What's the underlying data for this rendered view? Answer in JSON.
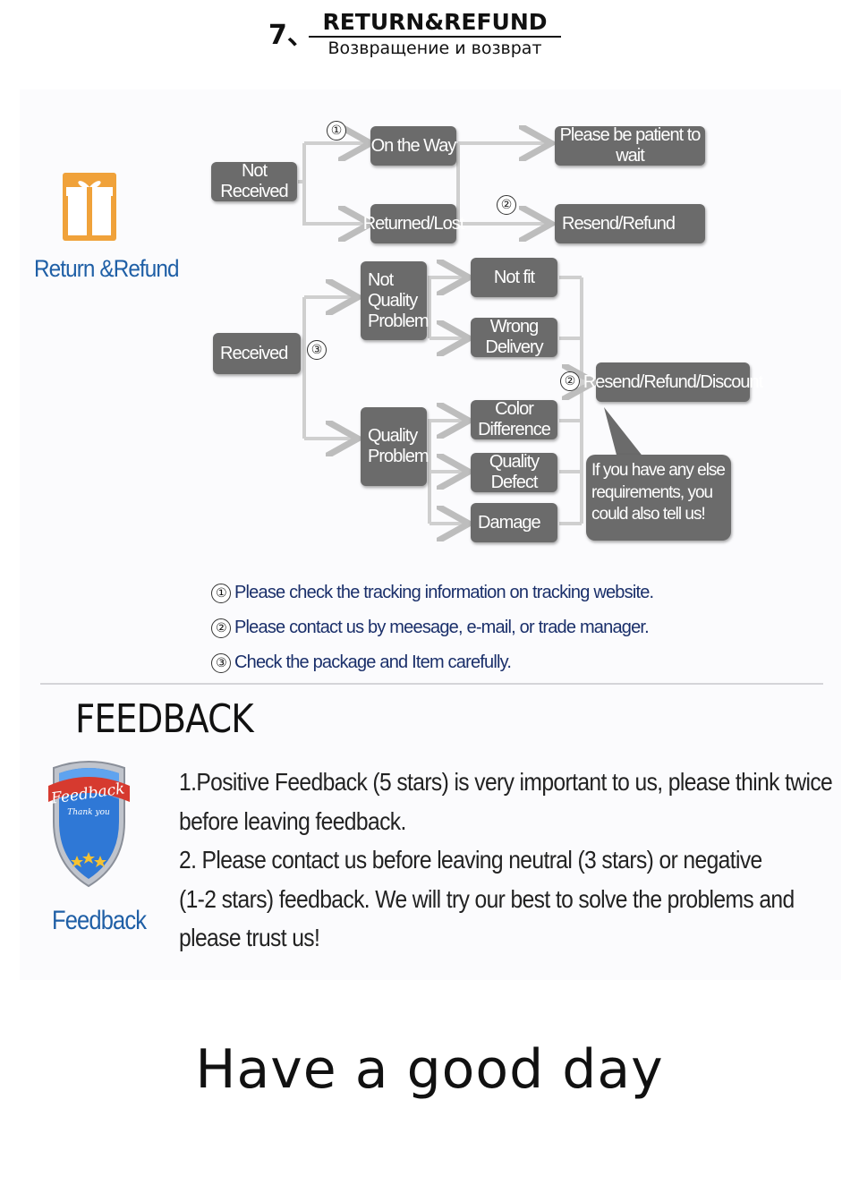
{
  "header": {
    "number": "7、",
    "title": "RETURN&REFUND",
    "subtitle": "Возвращение и возврат"
  },
  "return_refund": {
    "label": "Return &Refund",
    "icon": "gift-box-icon"
  },
  "flow": {
    "markers": {
      "one": "①",
      "two": "②",
      "three": "③"
    },
    "not_received": "Not Received",
    "on_the_way": "On the Way",
    "returned_lost": "Returned/Lost",
    "please_wait": "Please be patient to wait",
    "resend_refund": "Resend/Refund",
    "received": "Received",
    "not_quality": "Not\nQuality\nProblem",
    "quality": "Quality\nProblem",
    "not_fit": "Not fit",
    "wrong_delivery": "Wrong Delivery",
    "color_difference": "Color Difference",
    "quality_defect": "Quality Defect",
    "damage": "Damage",
    "resend_refund_discount": "Resend/Refund/Discount",
    "bubble": "If you have any else requirements, you could also tell us!",
    "node_color": "#6b6b6b"
  },
  "notes": [
    {
      "marker": "①",
      "text": "Please check the tracking information on tracking website."
    },
    {
      "marker": "②",
      "text": "Please contact us by meesage, e-mail, or trade manager."
    },
    {
      "marker": "③",
      "text": "Check the package and Item carefully."
    }
  ],
  "feedback": {
    "heading": "FEEDBACK",
    "badge_text_top": "Feedback",
    "badge_text_script": "Thank you",
    "label": "Feedback",
    "lines": [
      "1.Positive Feedback (5 stars) is very important to us, please think twice",
      " before leaving feedback.",
      "2. Please contact us before leaving neutral (3 stars) or negative",
      "(1-2 stars) feedback. We will try our best to solve the problems and",
      " please trust us!"
    ]
  },
  "closing": "Have a good day",
  "colors": {
    "accent_blue": "#1f5fa6",
    "gift_orange": "#f0a23a"
  }
}
